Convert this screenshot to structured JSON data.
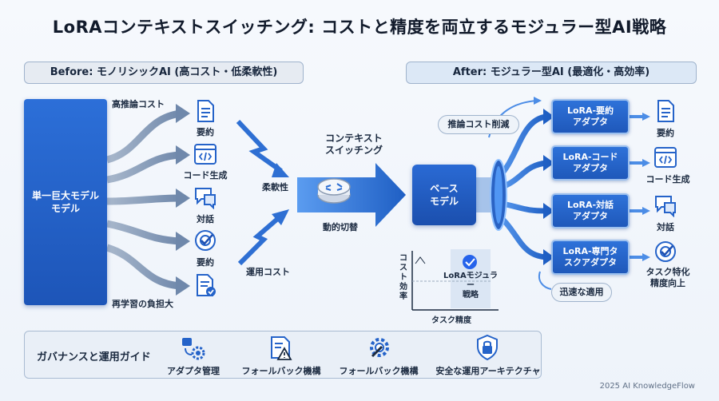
{
  "title": "LoRAコンテキストスイッチング: コストと精度を両立するモジュラー型AI戦略",
  "before": {
    "header": "Before: モノリシックAI (高コスト・低柔軟性)",
    "model_label": "単一巨大モデル\nモデル",
    "top_note": "高推論コスト",
    "bottom_note": "再学習の負担大",
    "tasks": [
      {
        "label": "要約",
        "icon": "document-icon"
      },
      {
        "label": "コード生成",
        "icon": "code-window-icon"
      },
      {
        "label": "対話",
        "icon": "chat-bubble-icon"
      },
      {
        "label": "要約",
        "icon": "target-check-icon"
      },
      {
        "label": "",
        "icon": "document-check-icon"
      }
    ]
  },
  "middle": {
    "flex_label": "柔軟性",
    "ops_label": "運用コスト",
    "switch_label": "コンテキスト\nスイッチング",
    "dynamic_label": "動的切替"
  },
  "after": {
    "header": "After: モジュラー型AI (最適化・高効率)",
    "base_label": "ベース\nモデル",
    "cost_tag": "推論コスト削減",
    "fast_tag": "迅速な適用",
    "adapters": [
      {
        "label": "LoRA-要約\nアダプタ",
        "output": "要約",
        "icon": "document-icon"
      },
      {
        "label": "LoRA-コード\nアダプタ",
        "output": "コード生成",
        "icon": "code-window-icon"
      },
      {
        "label": "LoRA-対話\nアダプタ",
        "output": "対話",
        "icon": "chat-bubble-icon"
      },
      {
        "label": "LoRA-専門タ\nスクアダプタ",
        "output": "タスク特化\n精度向上",
        "icon": "target-check-icon"
      }
    ],
    "mini_chart": {
      "ylabel": "コスト\n効率",
      "xlabel": "タスク精度",
      "highlight_label": "LoRAモジュラー\n戦略"
    }
  },
  "governance": {
    "title": "ガバナンスと運用ガイド",
    "steps": [
      {
        "label": "アダプタ管理",
        "icon": "adapter-gear-icon"
      },
      {
        "label": "フォールバック機構",
        "icon": "warning-document-icon"
      },
      {
        "label": "フォールバック機構",
        "icon": "gear-wrench-icon"
      },
      {
        "label": "安全な運用アーキテクチャ",
        "icon": "lock-shield-icon"
      }
    ]
  },
  "footer": "2025 AI KnowledgeFlow",
  "colors": {
    "primary": "#1f5fc4",
    "accent": "#3b82f6",
    "background": "#f4f7fb"
  }
}
